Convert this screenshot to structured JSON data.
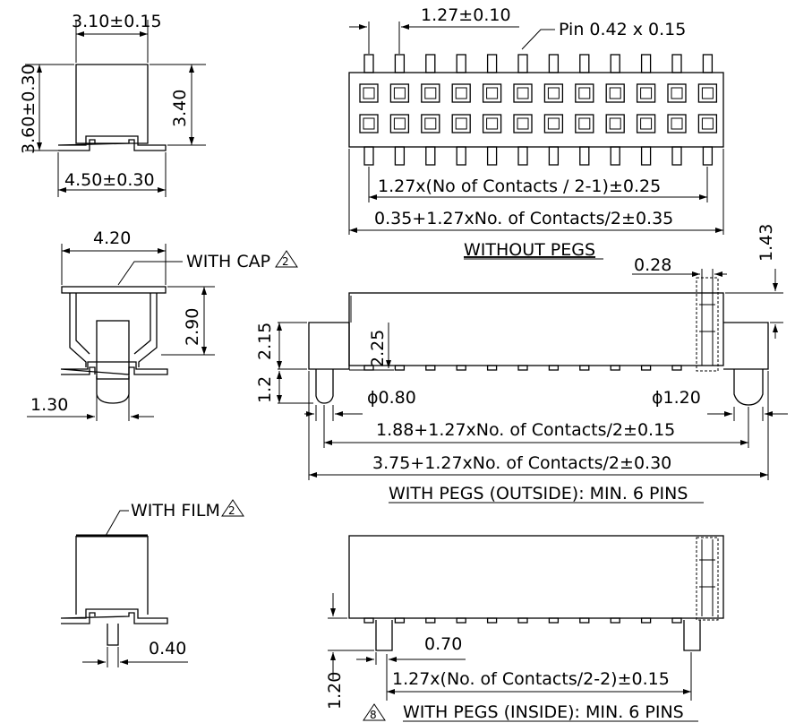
{
  "top_view": {
    "dim_width": "3.10±0.15",
    "dim_total_height": "3.60±0.30",
    "dim_body_height": "3.40",
    "dim_base_width": "4.50±0.30"
  },
  "front_view": {
    "dim_pitch": "1.27±0.10",
    "pin_callout": "Pin 0.42 x 0.15",
    "dim_pin_span": "1.27x(No of Contacts / 2-1)±0.25",
    "dim_body_length": "0.35+1.27xNo. of Contacts/2±0.35",
    "caption": "WITHOUT PEGS"
  },
  "cap_view": {
    "dim_cap_width": "4.20",
    "callout": "WITH CAP",
    "note_number": "2",
    "dim_height": "2.90",
    "dim_peg_width": "1.30"
  },
  "outside_pegs_view": {
    "dim_side_height": "1.43",
    "dim_pin_width": "0.28",
    "dim_body_height": "2.15",
    "dim_peg_height": "1.2",
    "dim_inner_height": "2.25",
    "dim_peg_small": "ϕ0.80",
    "dim_peg_large": "ϕ1.20",
    "dim_peg_span": "1.88+1.27xNo. of Contacts/2±0.15",
    "dim_overall": "3.75+1.27xNo. of Contacts/2±0.30",
    "caption": "WITH PEGS (OUTSIDE): MIN. 6 PINS"
  },
  "film_view": {
    "callout": "WITH FILM",
    "note_number": "2",
    "dim_pin_width": "0.40"
  },
  "inside_pegs_view": {
    "dim_peg_height": "1.20",
    "dim_offset": "0.70",
    "dim_peg_span": "1.27x(No. of Contacts/2-2)±0.15",
    "note_number": "8",
    "caption": "WITH PEGS (INSIDE): MIN. 6 PINS"
  }
}
